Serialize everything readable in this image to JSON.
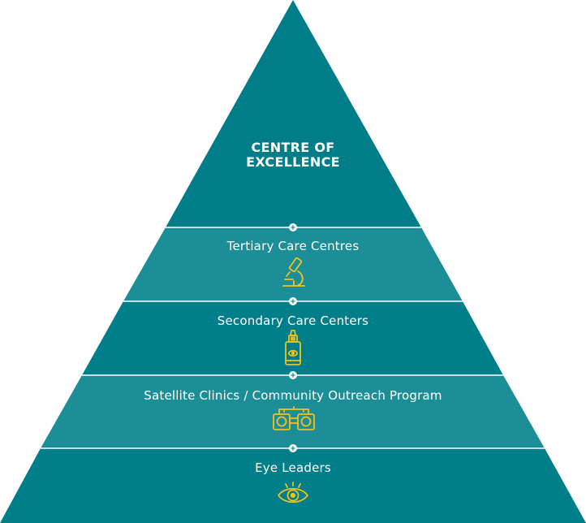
{
  "pyramid": {
    "apex": {
      "line1": "CENTRE OF",
      "line2": "EXCELLENCE"
    },
    "tiers": [
      {
        "label": "Tertiary Care Centres",
        "icon": "microscope-icon"
      },
      {
        "label": "Secondary Care Centers",
        "icon": "eye-drops-bottle-icon"
      },
      {
        "label": "Satellite Clinics / Community Outreach Program",
        "icon": "trial-frame-glasses-icon"
      },
      {
        "label": "Eye Leaders",
        "icon": "eye-icon"
      }
    ]
  },
  "colors": {
    "apex": "#007d88",
    "tier_light": "#1c8e97",
    "tier_dark": "#007e89",
    "divider": "#ffffff",
    "icon": "#f3c21b",
    "text": "#ffffff"
  }
}
